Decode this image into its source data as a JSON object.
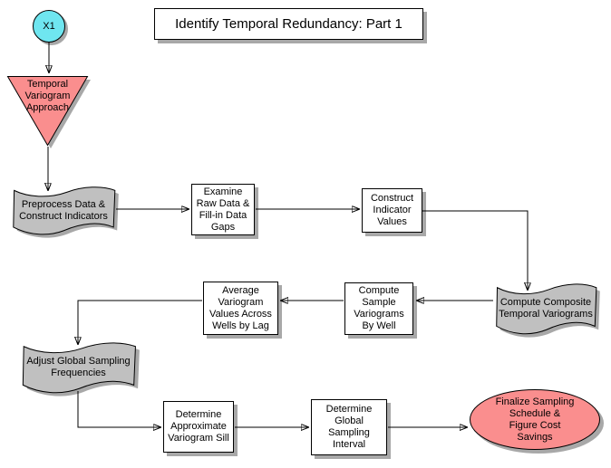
{
  "title": {
    "label": "Identify Temporal Redundancy: Part 1"
  },
  "colors": {
    "cyan": "#6FE6F0",
    "salmon": "#FA8E8E",
    "gray": "#C0C0C0",
    "shadow": "#A8A8A8"
  },
  "nodes": {
    "start": "X1",
    "approach": "Temporal\nVariogram\nApproach",
    "preprocess": "Preprocess Data &\nConstruct Indicators",
    "examine": "Examine\nRaw Data &\nFill-in Data\nGaps",
    "construct": "Construct\nIndicator\nValues",
    "compute_composite": "Compute Composite\nTemporal Variograms",
    "compute_sample": "Compute\nSample\nVariograms\nBy Well",
    "average": "Average\nVariogram\nValues Across\nWells by Lag",
    "adjust": "Adjust Global Sampling\nFrequencies",
    "determine_sill": "Determine\nApproximate\nVariogram Sill",
    "determine_interval": "Determine\nGlobal\nSampling\nInterval",
    "finalize": "Finalize Sampling\nSchedule &\nFigure Cost\nSavings"
  }
}
